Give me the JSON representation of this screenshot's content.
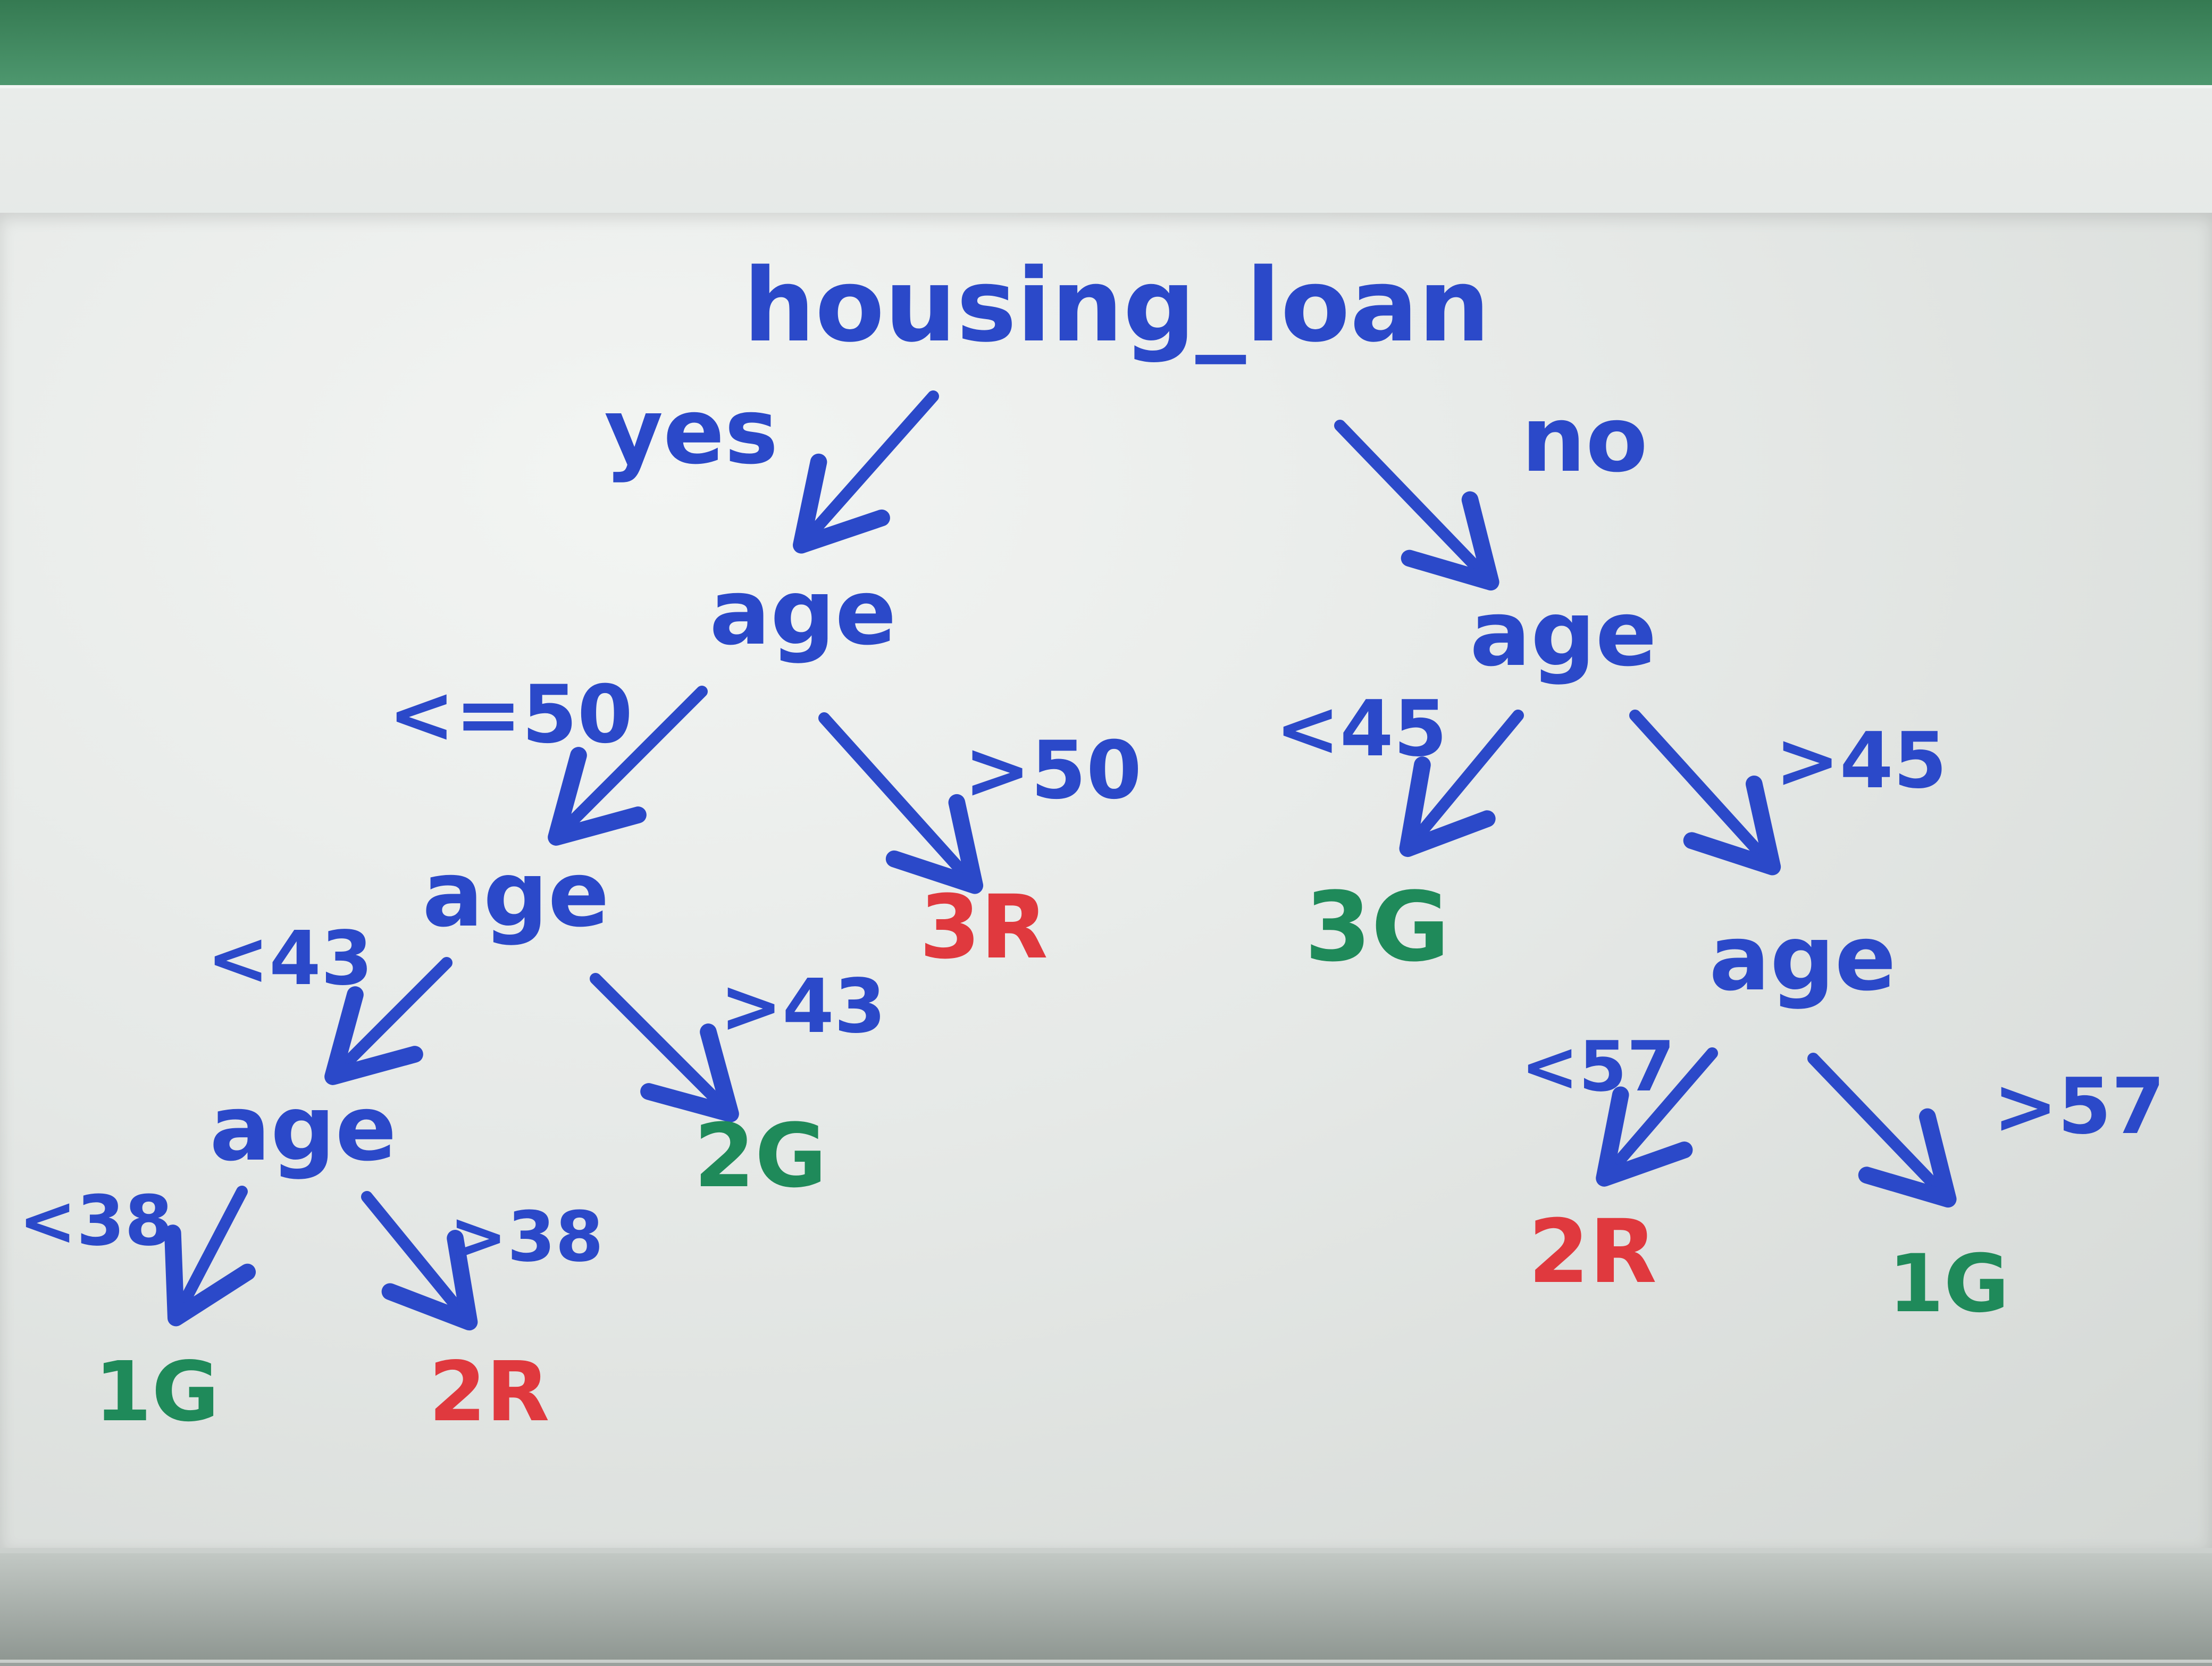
{
  "colors": {
    "blue": "#2b49c9",
    "green": "#1f8a5a",
    "red": "#e0393e"
  },
  "diagram": {
    "root": {
      "label": "housing_loan"
    },
    "root_edges": {
      "left": "yes",
      "right": "no"
    },
    "yes_branch": {
      "node": "age",
      "edge_left": "<=50",
      "edge_right": ">50",
      "leaf_right": "3R",
      "child": {
        "node": "age",
        "edge_left": "<43",
        "edge_right": ">43",
        "leaf_right": "2G",
        "child": {
          "node": "age",
          "edge_left": "<38",
          "edge_right": ">38",
          "leaf_left": "1G",
          "leaf_right": "2R"
        }
      }
    },
    "no_branch": {
      "node": "age",
      "edge_left": "<45",
      "edge_right": ">45",
      "leaf_left": "3G",
      "child": {
        "node": "age",
        "edge_left": "<57",
        "edge_right": ">57",
        "leaf_left": "2R",
        "leaf_right": "1G"
      }
    }
  }
}
